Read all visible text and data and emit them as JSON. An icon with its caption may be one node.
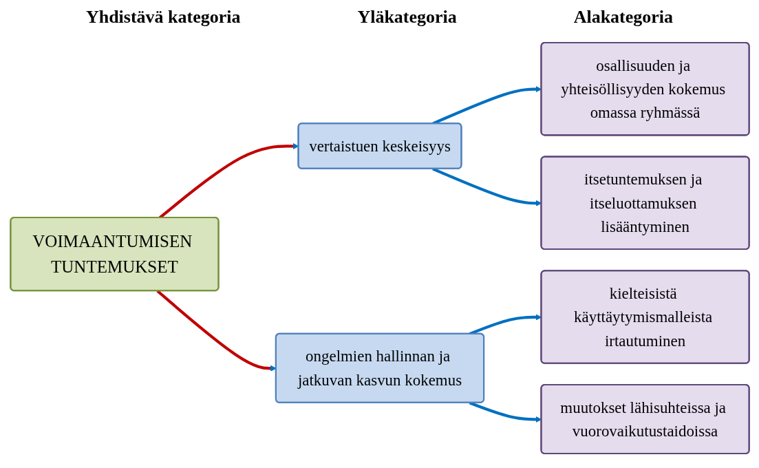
{
  "diagram": {
    "nodes": [
      {
        "text": [
          "VOIMAANTUMISEN TUNTEMUKSET"
        ]
      },
      {
        "text": [
          "vertaistuen keskeisyys"
        ]
      },
      {
        "text": [
          "ongelmien hallinnan ja jatkuvan kasvun kokemus"
        ]
      },
      {
        "text": [
          "osallisuuden ja yhteisöllisyyden kokemus omassa ryhmässä"
        ]
      },
      {
        "text": [
          "itsetuntemuksen ja itseluottamuksen lisääntyminen"
        ]
      },
      {
        "text": [
          "kielteisistä käyttäytymismalleista irtautuminen"
        ]
      },
      {
        "text": [
          "muutokset lähisuhteissa ja vuorovaikutustaidoissa"
        ]
      }
    ],
    "edges": [
      {
        "from": 0,
        "to": 1,
        "arrow": "to",
        "color": "#c00000"
      },
      {
        "from": 0,
        "to": 2,
        "arrow": "to",
        "color": "#c00000"
      },
      {
        "from": 1,
        "to": 3,
        "arrow": "to"
      },
      {
        "from": 1,
        "to": 4,
        "arrow": "to"
      },
      {
        "from": 2,
        "to": 5,
        "arrow": "to"
      },
      {
        "from": 2,
        "to": 6,
        "arrow": "to"
      }
    ],
    "labels": [
      "Yhdistävä kategoria",
      "Yläkategoria",
      "Alakategoria"
    ]
  }
}
